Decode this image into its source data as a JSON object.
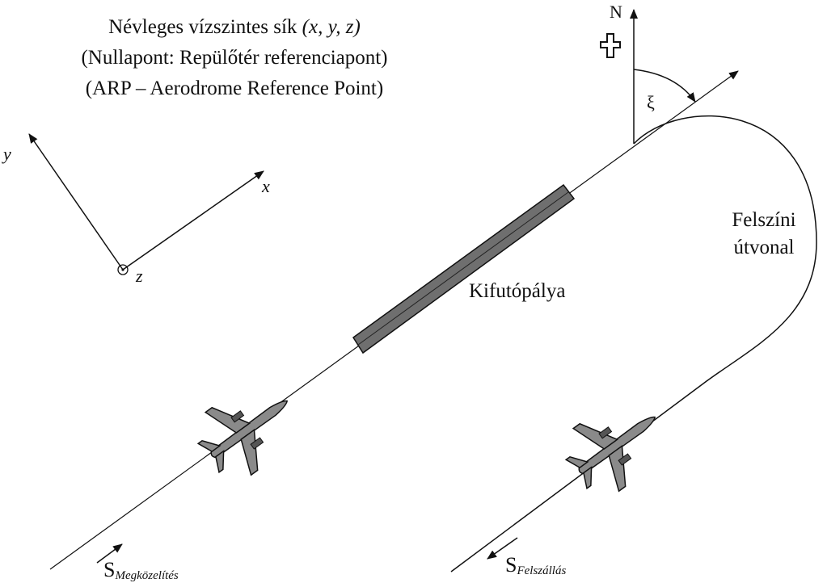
{
  "title": {
    "line1_text": "Névleges vízszintes sík ",
    "line1_coords": "(x, y, z)",
    "line2": "(Nullapont: Repülőtér referenciapont)",
    "line3": "(ARP – Aerodrome Reference Point)"
  },
  "axes": {
    "x": "x",
    "y": "y",
    "z": "z"
  },
  "north": {
    "label": "N",
    "angle_symbol": "ξ"
  },
  "runway_label": "Kifutópálya",
  "surface_route": {
    "line1": "Felszíni",
    "line2": "útvonal"
  },
  "approach_label": {
    "main": "S",
    "sub": "Megközelítés"
  },
  "takeoff_label": {
    "main": "S",
    "sub": "Felszállás"
  },
  "colors": {
    "ink": "#111111",
    "runway_fill": "#6f6f6f",
    "aircraft_fill": "#8a8a8a"
  }
}
